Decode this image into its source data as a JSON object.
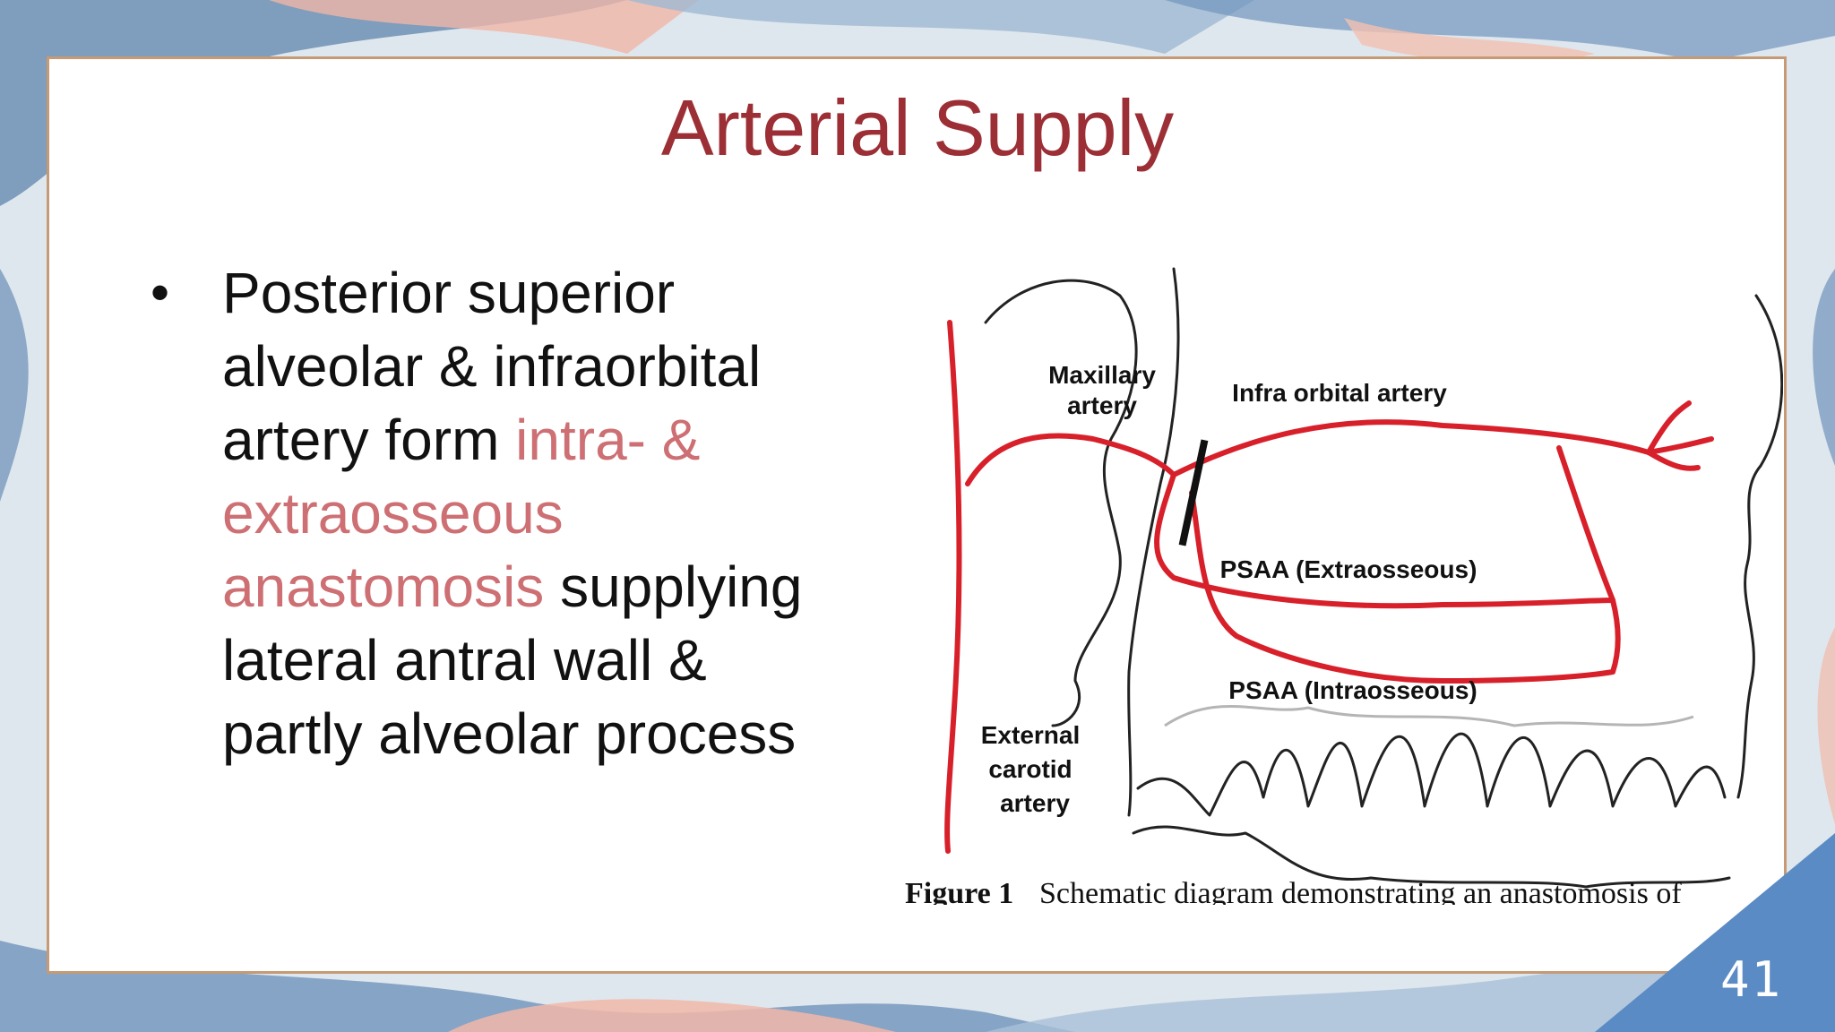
{
  "slide": {
    "title": "Arterial Supply",
    "page_number": "41",
    "bullet": {
      "marker": "•",
      "text_before": "Posterior superior alveolar & infraorbital artery form ",
      "highlight": "intra- & extraosseous anastomosis",
      "text_after": " supplying lateral antral wall & partly alveolar process"
    }
  },
  "figure": {
    "labels": {
      "maxillary_1": "Maxillary",
      "maxillary_2": "artery",
      "infraorbital": "Infra orbital artery",
      "psaa_extra": "PSAA (Extraosseous)",
      "psaa_intra": "PSAA (Intraosseous)",
      "external_1": "External",
      "external_2": "carotid",
      "external_3": "artery"
    },
    "caption_bold": "Figure 1",
    "caption": "Schematic diagram demonstrating an anastomosis of"
  },
  "colors": {
    "title": "#9c2f35",
    "highlight": "#cd6f73",
    "artery": "#d8202a",
    "frame": "#c59a74",
    "corner": "#5b8bc4"
  }
}
